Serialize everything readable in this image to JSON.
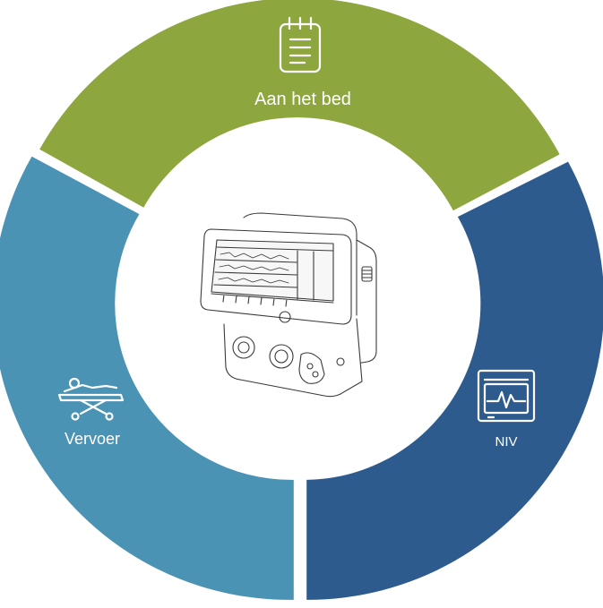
{
  "segments": [
    {
      "id": "bedside",
      "label": "Aan het bed",
      "icon": "clipboard-icon",
      "color": "#8ea63e"
    },
    {
      "id": "niv",
      "label": "NIV",
      "icon": "monitor-waveform-icon",
      "color": "#2e5b8e"
    },
    {
      "id": "transport",
      "label": "Vervoer",
      "icon": "stretcher-icon",
      "color": "#4a93b4"
    }
  ],
  "center": {
    "image": "ventilator-device-illustration"
  }
}
